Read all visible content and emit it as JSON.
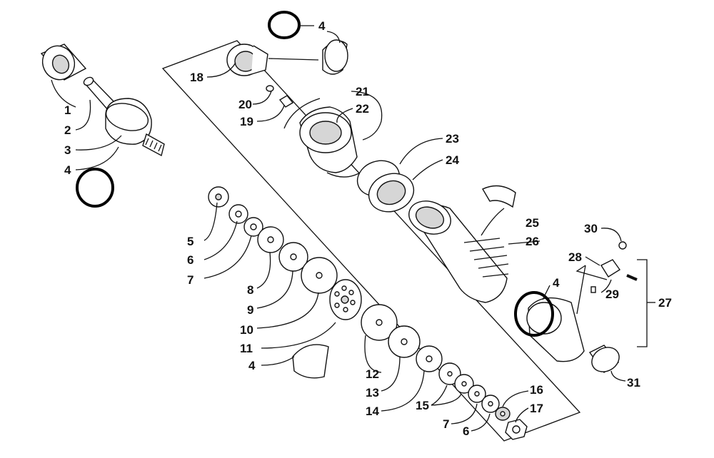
{
  "diagram": {
    "callouts": [
      {
        "id": "c1",
        "label": "1"
      },
      {
        "id": "c2",
        "label": "2"
      },
      {
        "id": "c3",
        "label": "3"
      },
      {
        "id": "c4a",
        "label": "4"
      },
      {
        "id": "c4b",
        "label": "4"
      },
      {
        "id": "c4c",
        "label": "4"
      },
      {
        "id": "c4d",
        "label": "4"
      },
      {
        "id": "c5",
        "label": "5"
      },
      {
        "id": "c6a",
        "label": "6"
      },
      {
        "id": "c6b",
        "label": "6"
      },
      {
        "id": "c7a",
        "label": "7"
      },
      {
        "id": "c7b",
        "label": "7"
      },
      {
        "id": "c8",
        "label": "8"
      },
      {
        "id": "c9",
        "label": "9"
      },
      {
        "id": "c10",
        "label": "10"
      },
      {
        "id": "c11",
        "label": "11"
      },
      {
        "id": "c12",
        "label": "12"
      },
      {
        "id": "c13",
        "label": "13"
      },
      {
        "id": "c14",
        "label": "14"
      },
      {
        "id": "c15",
        "label": "15"
      },
      {
        "id": "c16",
        "label": "16"
      },
      {
        "id": "c17",
        "label": "17"
      },
      {
        "id": "c18",
        "label": "18"
      },
      {
        "id": "c19",
        "label": "19"
      },
      {
        "id": "c20",
        "label": "20"
      },
      {
        "id": "c21",
        "label": "21"
      },
      {
        "id": "c22",
        "label": "22"
      },
      {
        "id": "c23",
        "label": "23"
      },
      {
        "id": "c24",
        "label": "24"
      },
      {
        "id": "c25",
        "label": "25"
      },
      {
        "id": "c26",
        "label": "26"
      },
      {
        "id": "c27",
        "label": "27"
      },
      {
        "id": "c28",
        "label": "28"
      },
      {
        "id": "c29",
        "label": "29"
      },
      {
        "id": "c30",
        "label": "30"
      },
      {
        "id": "c31",
        "label": "31"
      }
    ]
  }
}
